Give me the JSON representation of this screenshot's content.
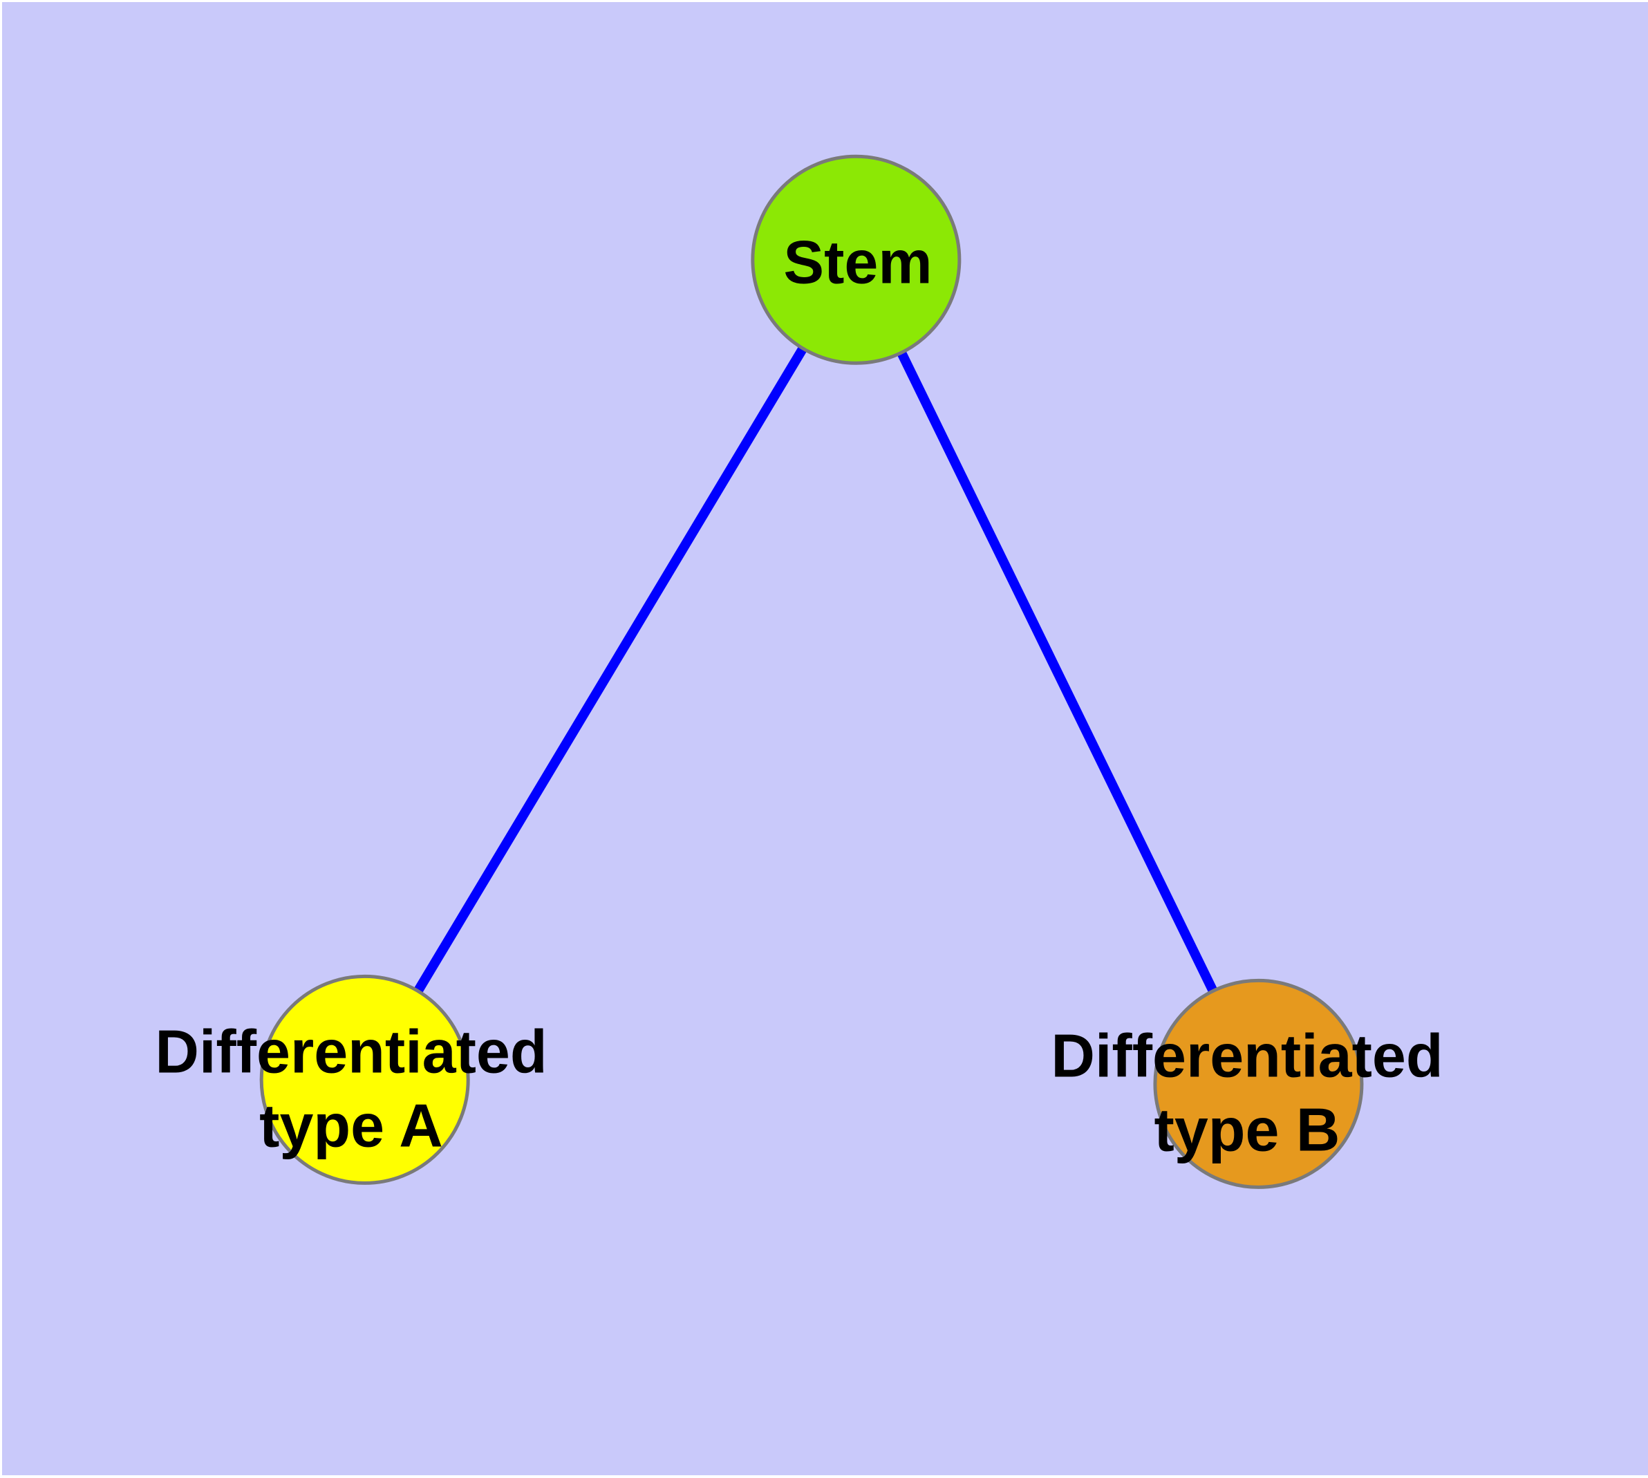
{
  "diagram": {
    "type": "node-link-graph",
    "colors": {
      "background": "#C9C9FA",
      "edge": "#0000FF",
      "node_border": "#7A7A7A",
      "stem_fill": "#8CE805",
      "type_a_fill": "#FFFF00",
      "type_b_fill": "#E6991E",
      "label_text": "#000000"
    },
    "nodes": {
      "stem": {
        "label": "Stem"
      },
      "type_a": {
        "label": "Differentiated\ntype A"
      },
      "type_b": {
        "label": "Differentiated\ntype B"
      }
    },
    "edges": [
      {
        "from": "Stem",
        "to": "Differentiated type A"
      },
      {
        "from": "Stem",
        "to": "Differentiated type B"
      }
    ]
  }
}
